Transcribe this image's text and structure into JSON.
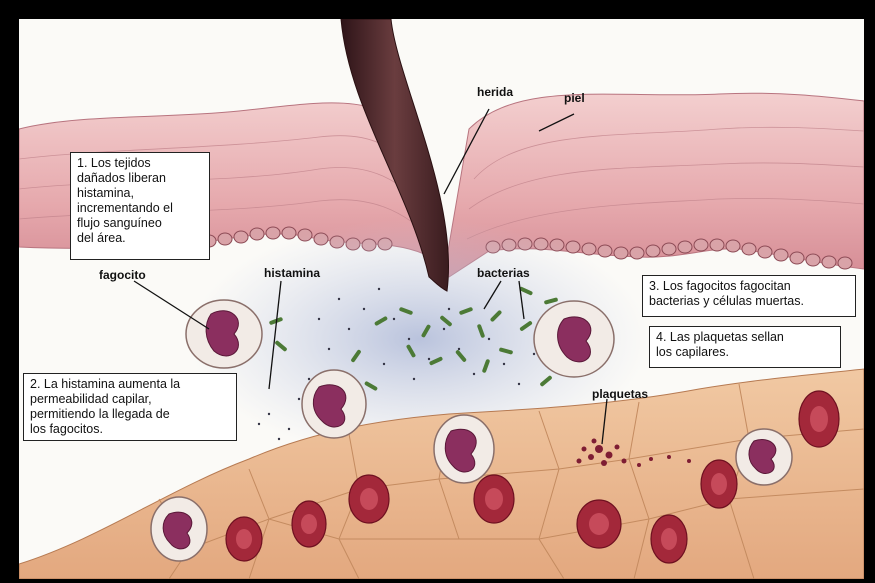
{
  "labels": {
    "herida": "herida",
    "piel": "piel",
    "fagocito": "fagocito",
    "histamina": "histamina",
    "bacterias": "bacterias",
    "plaquetas": "plaquetas"
  },
  "captions": {
    "step1": "1. Los tejidos\ndañados liberan\nhistamina,\nincrementando el\nflujo sanguíneo\ndel área.",
    "step2": "2. La histamina aumenta la\npermeabilidad capilar,\npermitiendo la llegada de\nlos fagocitos.",
    "step3": "3. Los fagocitos fagocitan\nbacterias y  células muertas.",
    "step4": "4. Las plaquetas sellan\nlos capilares."
  },
  "colors": {
    "skin": "#e8b0b0",
    "skin_dark": "#c97e86",
    "tissue": "#eab98f",
    "rbc": "#9e1f33",
    "bacteria": "#4c7a36",
    "nucleus": "#8b2f5f",
    "histamine_haze": "#c4cde3",
    "splinter": "#4b2a2e"
  }
}
